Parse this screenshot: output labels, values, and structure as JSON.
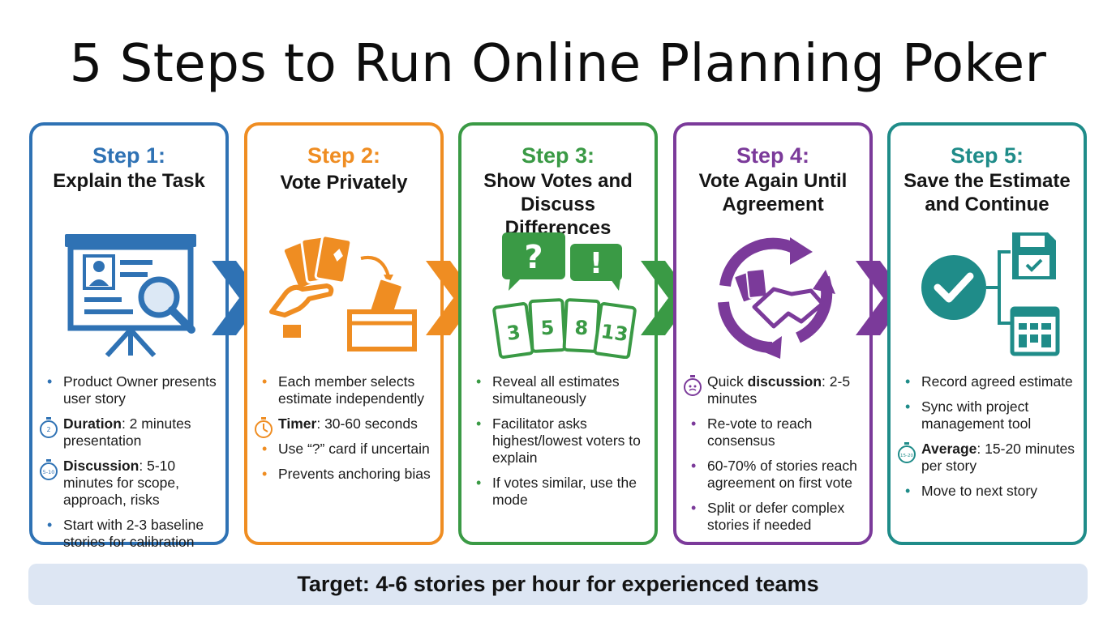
{
  "title": "5 Steps to Run Online Planning Poker",
  "steps": [
    {
      "number": "Step 1:",
      "title": "Explain the Task",
      "color": "#2f72b4",
      "bullets": [
        {
          "plain": "Product Owner presents user story"
        },
        {
          "bold": "Duration",
          "rest": ": 2 minutes presentation",
          "timer": "2"
        },
        {
          "bold": "Discussion",
          "rest": ": 5-10 minutes for scope, approach, risks",
          "timer": "5-10"
        },
        {
          "plain": "Start with 2-3 baseline stories for calibration"
        }
      ]
    },
    {
      "number": "Step 2:",
      "title": "Vote Privately",
      "color": "#ef8d22",
      "bullets": [
        {
          "plain": "Each member selects estimate independently"
        },
        {
          "bold": "Timer",
          "rest": ": 30-60 seconds",
          "timer": ""
        },
        {
          "plain": "Use “?” card if uncertain"
        },
        {
          "plain": "Prevents anchoring bias"
        }
      ]
    },
    {
      "number": "Step 3:",
      "title": "Show Votes and Discuss Differences",
      "color": "#3a9a45",
      "bullets": [
        {
          "plain": "Reveal all estimates simultaneously"
        },
        {
          "plain": "Facilitator asks highest/lowest voters to explain"
        },
        {
          "plain": "If votes similar, use the mode"
        }
      ],
      "icon_text": {
        "q": "?",
        "ex": "!",
        "cards": [
          "3",
          "5",
          "8",
          "13"
        ]
      }
    },
    {
      "number": "Step 4:",
      "title": "Vote Again Until Agreement",
      "color": "#7b3a9a",
      "bullets": [
        {
          "lead": "Quick ",
          "bold": "discussion",
          "rest": ": 2-5 minutes",
          "timer": ""
        },
        {
          "plain": "Re-vote to reach consensus"
        },
        {
          "plain": "60-70% of stories reach agreement on first vote"
        },
        {
          "plain": "Split or defer complex stories if needed"
        }
      ]
    },
    {
      "number": "Step 5:",
      "title": "Save the Estimate and Continue",
      "color": "#1f8c89",
      "bullets": [
        {
          "plain": "Record agreed estimate"
        },
        {
          "plain": "Sync with project management tool"
        },
        {
          "bold": "Average",
          "rest": ": 15-20 minutes per story",
          "timer": "15-20"
        },
        {
          "plain": "Move to next story"
        }
      ]
    }
  ],
  "target": "Target: 4-6 stories per hour for experienced teams"
}
